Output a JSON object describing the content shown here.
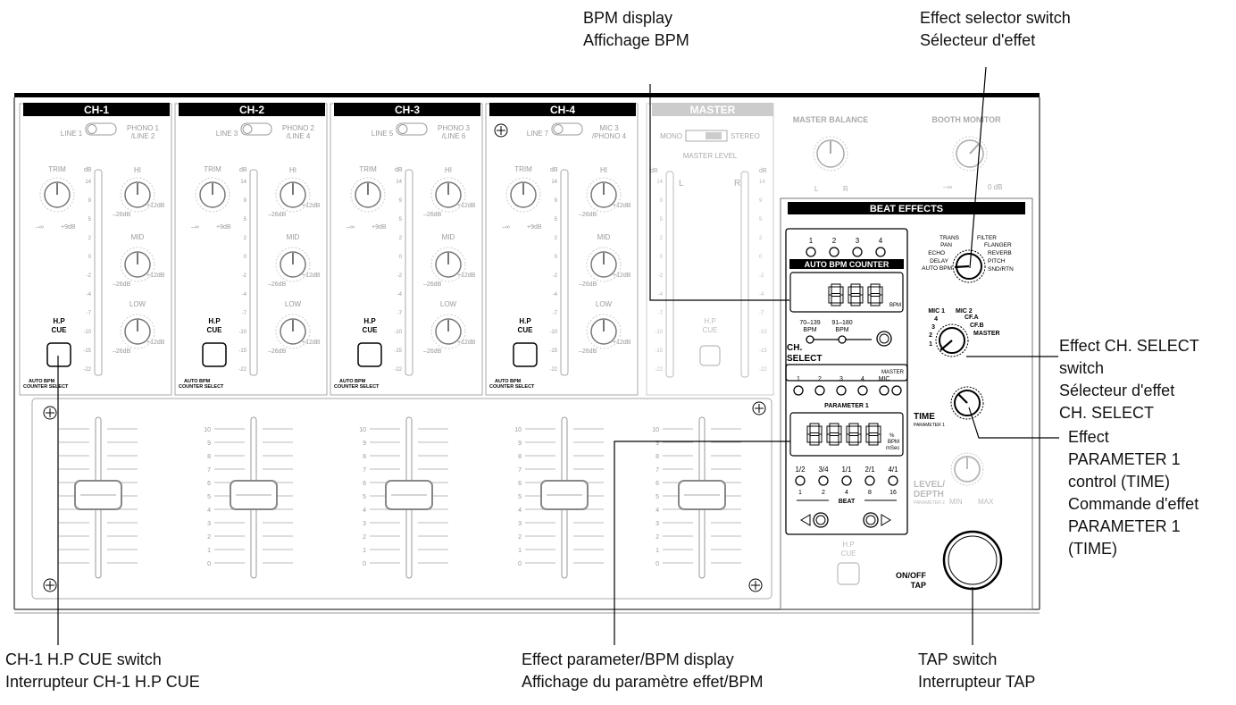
{
  "callouts": {
    "bpm_display": {
      "en": "BPM display",
      "fr": "Affichage BPM"
    },
    "effect_selector": {
      "en": "Effect selector switch",
      "fr": "Sélecteur d'effet"
    },
    "ch_select": {
      "en1": "Effect CH. SELECT",
      "en2": "switch",
      "fr1": "Sélecteur d'effet",
      "fr2": "CH. SELECT"
    },
    "param1": {
      "en1": "Effect",
      "en2": "PARAMETER 1",
      "en3": "control (TIME)",
      "fr1": "Commande d'effet",
      "fr2": "PARAMETER 1",
      "fr3": "(TIME)"
    },
    "ch1_cue": {
      "en": "CH-1 H.P CUE switch",
      "fr": "Interrupteur CH-1 H.P CUE"
    },
    "param_display": {
      "en": "Effect parameter/BPM display",
      "fr": "Affichage du paramètre effet/BPM"
    },
    "tap": {
      "en": "TAP switch",
      "fr": "Interrupteur TAP"
    }
  },
  "channels": [
    {
      "name": "CH-1",
      "input_left": "LINE 1",
      "input_right1": "PHONO 1",
      "input_right2": "/LINE 2"
    },
    {
      "name": "CH-2",
      "input_left": "LINE 3",
      "input_right1": "PHONO 2",
      "input_right2": "/LINE 4"
    },
    {
      "name": "CH-3",
      "input_left": "LINE 5",
      "input_right1": "PHONO 3",
      "input_right2": "/LINE 6"
    },
    {
      "name": "CH-4",
      "input_left": "LINE 7",
      "input_right1": "MIC 3",
      "input_right2": "/PHONO 4"
    }
  ],
  "channel_labels": {
    "trim": "TRIM",
    "trim_min": "–∞",
    "trim_max": "+9dB",
    "hi": "HI",
    "mid": "MID",
    "low": "LOW",
    "eq_min": "–26dB",
    "eq_max": "+12dB",
    "db": "dB",
    "meter_scale": [
      "14",
      "9",
      "5",
      "2",
      "0",
      "-2",
      "-4",
      "-7",
      "-10",
      "-15",
      "-22"
    ],
    "cue1": "H.P",
    "cue2": "CUE",
    "auto_bpm1": "AUTO BPM",
    "auto_bpm2": "COUNTER SELECT",
    "fader_scale": [
      "10",
      "9",
      "8",
      "7",
      "6",
      "5",
      "4",
      "3",
      "2",
      "1",
      "0"
    ]
  },
  "master": {
    "title": "MASTER",
    "mono": "MONO",
    "stereo": "STEREO",
    "level": "MASTER LEVEL",
    "l": "L",
    "r": "R",
    "db": "dB",
    "scale": [
      "14",
      "9",
      "5",
      "2",
      "0",
      "-2",
      "-4",
      "-7",
      "-10",
      "-15",
      "-22"
    ],
    "balance": "MASTER BALANCE",
    "bal_l": "L",
    "bal_r": "R",
    "booth": "BOOTH MONITOR",
    "booth_min": "–∞",
    "booth_max": "0 dB"
  },
  "beat_effects": {
    "title": "BEAT EFFECTS",
    "bpm_leds": [
      "1",
      "2",
      "3",
      "4"
    ],
    "auto_bpm_counter": "AUTO BPM COUNTER",
    "bpm_unit": "BPM",
    "range1a": "70–139",
    "range1b": "BPM",
    "range2a": "91–180",
    "range2b": "BPM",
    "effects": [
      "AUTO BPM",
      "DELAY",
      "ECHO",
      "PAN",
      "TRANS",
      "FILTER",
      "FLANGER",
      "REVERB",
      "PITCH",
      "SND/RTN"
    ],
    "ch_select_positions": [
      "1",
      "2",
      "3",
      "4",
      "MIC 1",
      "MIC 2",
      "CF.A",
      "CF.B",
      "MASTER"
    ],
    "ch_select1": "CH.",
    "ch_select2": "SELECT",
    "ch_leds": [
      "1",
      "2",
      "3",
      "4",
      "MIC",
      "MASTER"
    ],
    "parameter1": "PARAMETER 1",
    "units": [
      "%",
      "BPM",
      "mSec"
    ],
    "fractions": [
      "1/2",
      "3/4",
      "1/1",
      "2/1",
      "4/1"
    ],
    "beats": [
      "1",
      "2",
      "4",
      "8",
      "16"
    ],
    "beat": "BEAT",
    "time": "TIME",
    "time_sub": "PARAMETER 1",
    "level1": "LEVEL/",
    "level2": "DEPTH",
    "level_sub": "PARAMETER 2",
    "level_min": "MIN",
    "level_max": "MAX",
    "cue1": "H.P",
    "cue2": "CUE",
    "tap1": "ON/OFF",
    "tap2": "TAP"
  }
}
